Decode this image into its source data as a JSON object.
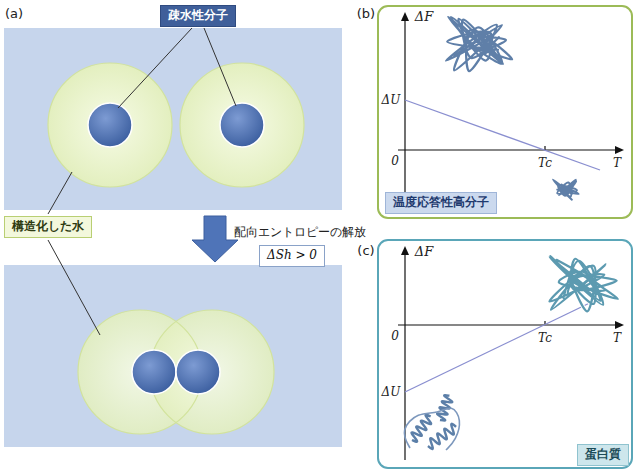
{
  "diagram": {
    "nodes": [
      {
        "text": [
          "疎水性分子"
        ]
      },
      {
        "text": [
          "構造化した水"
        ]
      },
      {
        "text": [
          "ΔSh > 0"
        ]
      },
      {
        "text": [
          "温度応答性高分子"
        ]
      },
      {
        "text": [
          "蛋白質"
        ]
      }
    ],
    "labels": [
      "(a)",
      "配向エントロピーの解放",
      "(b)",
      "ΔF",
      "ΔU",
      "0",
      "Tc",
      "T",
      "(c)",
      "ΔF",
      "ΔU",
      "0",
      "Tc",
      "T"
    ]
  }
}
